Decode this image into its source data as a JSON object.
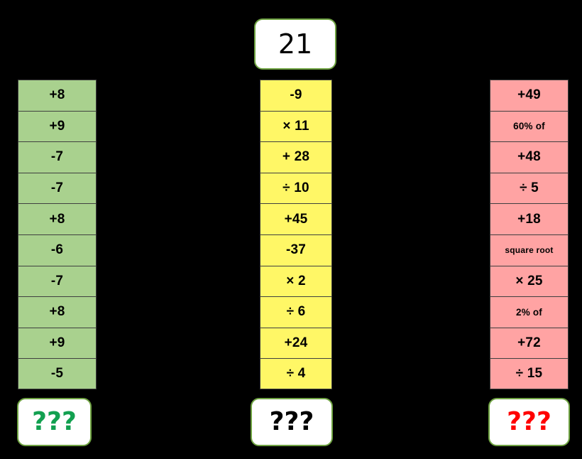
{
  "slide": {
    "background_color": "#000000",
    "start": {
      "label": "21",
      "border_color": "#6FA342",
      "fill_color": "#FFFFFF"
    },
    "columns": [
      {
        "id": "green",
        "difficulty": "easy",
        "fill_color": "#A9D18E",
        "steps": [
          {
            "label": "+8",
            "size": "normal"
          },
          {
            "label": "+9",
            "size": "normal"
          },
          {
            "label": "-7",
            "size": "normal"
          },
          {
            "label": "-7",
            "size": "normal"
          },
          {
            "label": "+8",
            "size": "normal"
          },
          {
            "label": "-6",
            "size": "normal"
          },
          {
            "label": "-7",
            "size": "normal"
          },
          {
            "label": "+8",
            "size": "normal"
          },
          {
            "label": "+9",
            "size": "normal"
          },
          {
            "label": "-5",
            "size": "normal"
          }
        ],
        "answer": {
          "label": "???",
          "color": "#12A050"
        }
      },
      {
        "id": "yellow",
        "difficulty": "medium",
        "fill_color": "#FFF766",
        "steps": [
          {
            "label": "-9",
            "size": "normal"
          },
          {
            "label": "× 11",
            "size": "normal"
          },
          {
            "label": "+ 28",
            "size": "normal"
          },
          {
            "label": "÷ 10",
            "size": "normal"
          },
          {
            "label": "+45",
            "size": "normal"
          },
          {
            "label": "-37",
            "size": "normal"
          },
          {
            "label": "× 2",
            "size": "normal"
          },
          {
            "label": "÷ 6",
            "size": "normal"
          },
          {
            "label": "+24",
            "size": "normal"
          },
          {
            "label": "÷ 4",
            "size": "normal"
          }
        ],
        "answer": {
          "label": "???",
          "color": "#000000"
        }
      },
      {
        "id": "pink",
        "difficulty": "hard",
        "fill_color": "#FFA3A3",
        "steps": [
          {
            "label": "+49",
            "size": "normal"
          },
          {
            "label": "60% of",
            "size": "small"
          },
          {
            "label": "+48",
            "size": "normal"
          },
          {
            "label": "÷ 5",
            "size": "normal"
          },
          {
            "label": "+18",
            "size": "normal"
          },
          {
            "label": "square root",
            "size": "tiny"
          },
          {
            "label": "× 25",
            "size": "normal"
          },
          {
            "label": "2% of",
            "size": "small"
          },
          {
            "label": "+72",
            "size": "normal"
          },
          {
            "label": "÷ 15",
            "size": "normal"
          }
        ],
        "answer": {
          "label": "???",
          "color": "#FF0000"
        }
      }
    ]
  }
}
